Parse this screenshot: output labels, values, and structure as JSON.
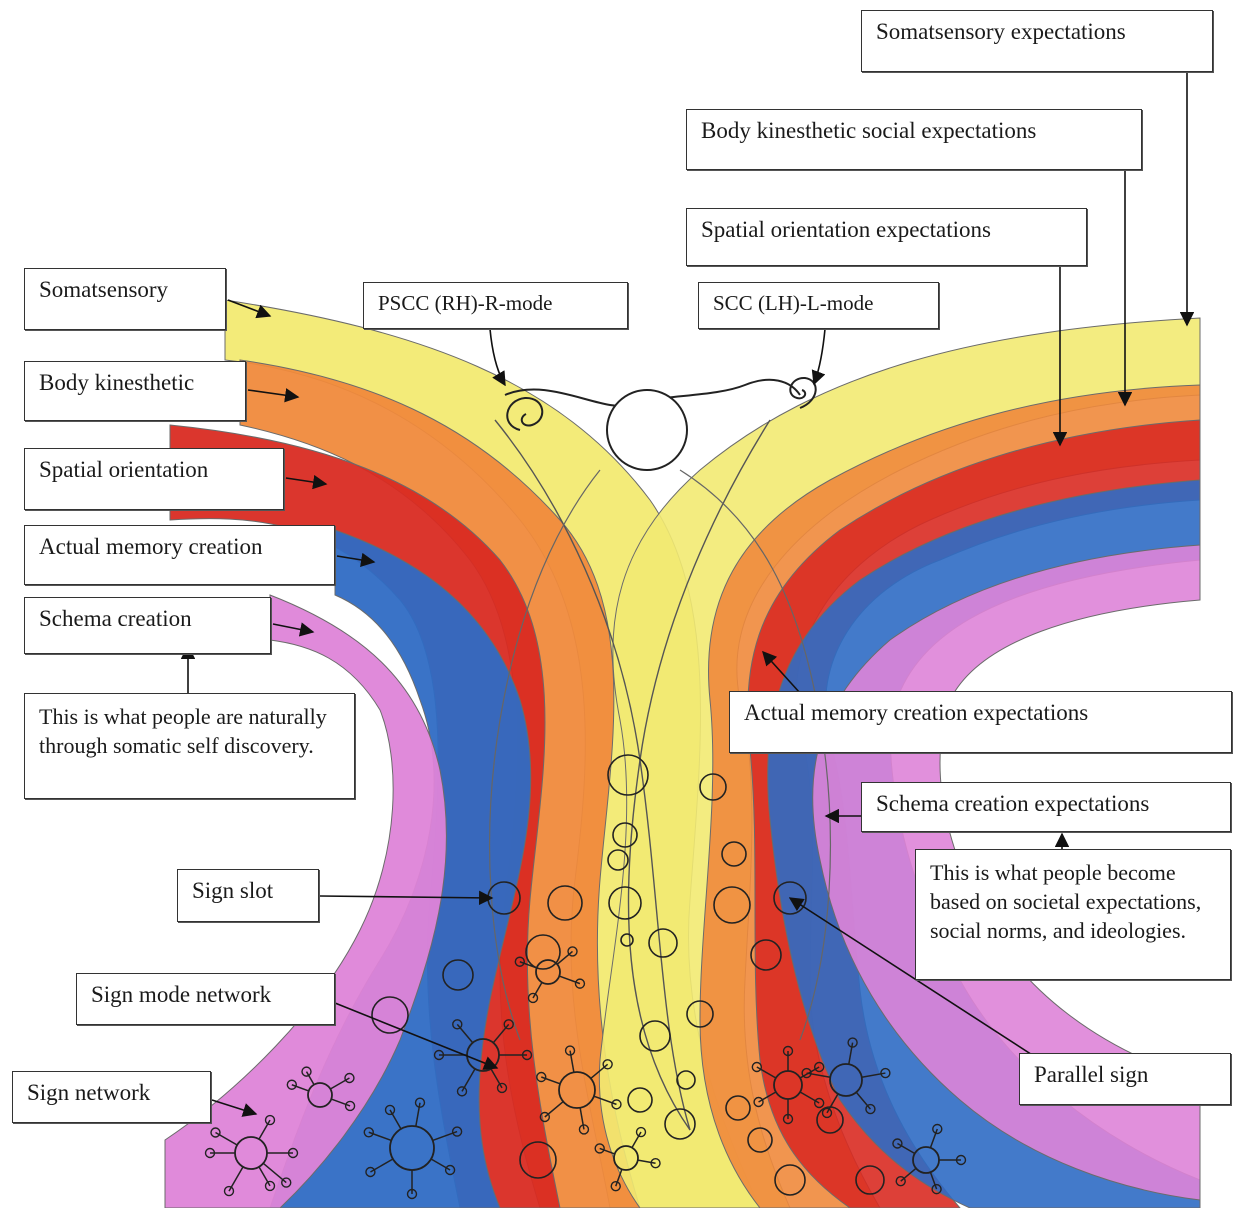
{
  "left_labels": {
    "somatsensory": "Somatsensory",
    "body_kinesthetic": "Body kinesthetic",
    "spatial_orientation": "Spatial orientation",
    "actual_memory_creation": "Actual memory creation",
    "schema_creation": "Schema creation",
    "natural_note": "This is what people are naturally through somatic self discovery."
  },
  "right_labels": {
    "somatsensory_expectations": "Somatsensory expectations",
    "body_kinesthetic_social_expectations": "Body kinesthetic social expectations",
    "spatial_orientation_expectations": "Spatial orientation expectations",
    "actual_memory_creation_expectations": "Actual memory creation expectations",
    "schema_creation_expectations": "Schema creation expectations",
    "societal_note": "This is what people become based on societal expectations, social norms, and ideologies."
  },
  "mode_labels": {
    "pscc": "PSCC (RH)-R-mode",
    "scc": "SCC (LH)-L-mode"
  },
  "sign_labels": {
    "sign_slot": "Sign slot",
    "sign_mode_network": "Sign mode network",
    "sign_network": "Sign network",
    "parallel_sign": "Parallel sign"
  },
  "band_colors": {
    "somatsensory": "#f2ea72",
    "body_kinesthetic": "#f08a3c",
    "spatial_orientation": "#d92b22",
    "actual_memory_creation": "#2f6cc4",
    "schema_creation": "#de84d8"
  }
}
